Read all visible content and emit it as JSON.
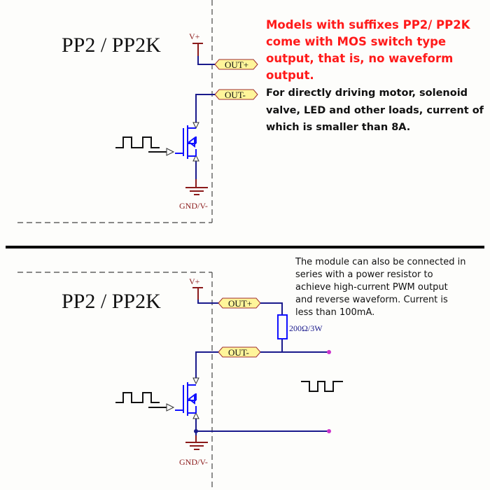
{
  "top": {
    "title": "PP2 / PP2K",
    "vplus": "V+",
    "out_plus": "OUT+",
    "out_minus": "OUT-",
    "gnd": "GND/V-",
    "note_red": [
      "Models with suffixes PP2/ PP2K",
      "come with MOS switch type",
      "output, that is, no waveform",
      "output."
    ],
    "note_black": [
      "For directly driving motor, solenoid",
      "valve, LED and other loads, current of",
      "which is smaller than 8A."
    ]
  },
  "bottom": {
    "title": "PP2 / PP2K",
    "vplus": "V+",
    "out_plus": "OUT+",
    "out_minus": "OUT-",
    "gnd": "GND/V-",
    "resistor": "200Ω/3W",
    "note": [
      "The module can also be connected in",
      "series with a power resistor to",
      "achieve high-current PWM output",
      "and reverse waveform. Current is",
      "less than 100mA."
    ]
  },
  "colors": {
    "wire": "#1a1a8c",
    "mos": "#1010ff",
    "power": "#8b1a1a",
    "label_fill": "#fff59a",
    "label_border": "#a03030",
    "terminal": "#cc33cc"
  }
}
